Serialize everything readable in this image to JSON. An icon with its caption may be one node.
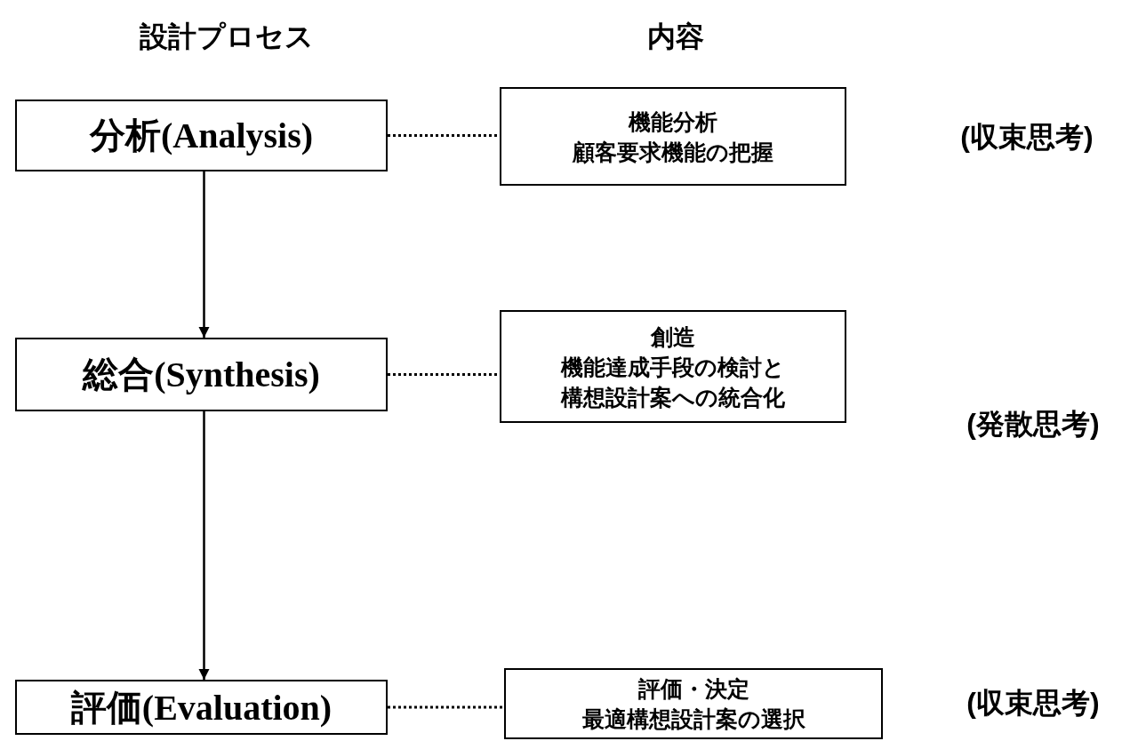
{
  "diagram": {
    "nodes": [
      {
        "text": [
          "分析(Analysis)"
        ]
      },
      {
        "text": [
          "総合(Synthesis)"
        ]
      },
      {
        "text": [
          "評価(Evaluation)"
        ]
      },
      {
        "text": [
          "機能分析",
          "顧客要求機能の把握"
        ]
      },
      {
        "text": [
          "創造",
          "機能達成手段の検討と構想設計案への統合化"
        ]
      },
      {
        "text": [
          "評価・決定",
          "最適構想設計案の選択"
        ]
      }
    ],
    "edges": [
      {
        "from": 0,
        "to": 1,
        "arrow": "to"
      },
      {
        "from": 1,
        "to": 2,
        "arrow": "to"
      },
      {
        "from": 0,
        "to": 3,
        "arrow": "none",
        "style": "dashed"
      },
      {
        "from": 1,
        "to": 4,
        "arrow": "none",
        "style": "dashed"
      },
      {
        "from": 2,
        "to": 5,
        "arrow": "none",
        "style": "dashed"
      }
    ],
    "labels": [
      "設計プロセス",
      "内容",
      "(収束思考)",
      "(発散思考)",
      "(収束思考)"
    ]
  }
}
